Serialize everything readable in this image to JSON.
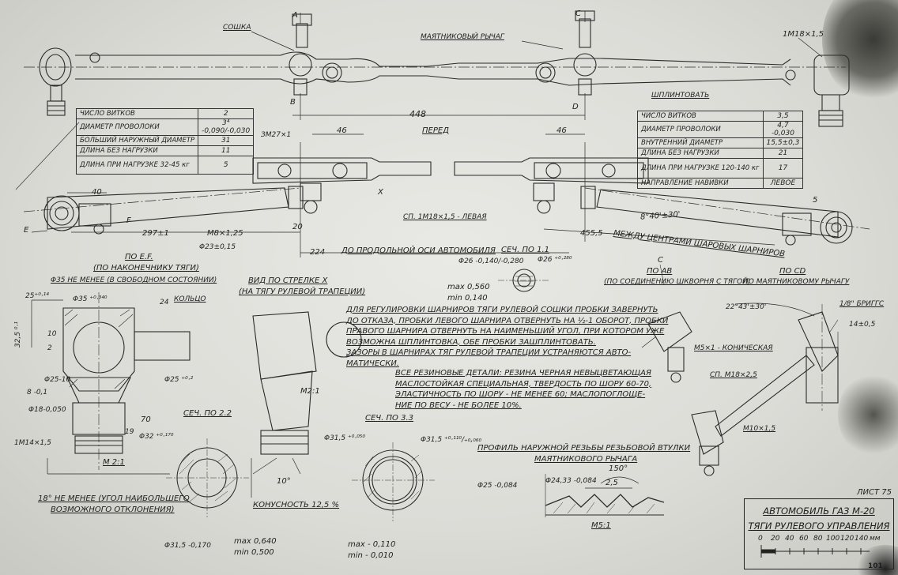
{
  "title_block": {
    "line1": "АВТОМОБИЛЬ ГАЗ М-20",
    "line2": "ТЯГИ РУЛЕВОГО УПРАВЛЕНИЯ",
    "scale_ticks": [
      "0",
      "20",
      "40",
      "60",
      "80",
      "100",
      "120",
      "140"
    ],
    "scale_unit": "мм"
  },
  "sheet": {
    "corner_label": "ЛИСТ 75",
    "page_number": "101"
  },
  "top_view": {
    "sochka": "СОШКА",
    "mayatnik": "МАЯТНИКОВЫЙ РЫЧАГ",
    "thread_right": "1M18×1,5",
    "sec_A": "A",
    "sec_B": "B",
    "sec_C": "C",
    "sec_D": "D",
    "dim_448": "448",
    "shplint": "ШПЛИНТОВАТЬ"
  },
  "spring_left": {
    "rows": [
      {
        "label": "ЧИСЛО ВИТКОВ",
        "value": "2"
      },
      {
        "label": "ДИАМЕТР ПРОВОЛОКИ",
        "value": "3⁴ -0,090/-0,030"
      },
      {
        "label": "БОЛЬШИЙ НАРУЖНЫЙ ДИАМЕТР",
        "value": "31"
      },
      {
        "label": "ДЛИНА БЕЗ НАГРУЗКИ",
        "value": "11"
      },
      {
        "label": "ДЛИНА ПРИ НАГРУЗКЕ 32-45 кг",
        "value": "5"
      }
    ]
  },
  "spring_right": {
    "rows": [
      {
        "label": "ЧИСЛО ВИТКОВ",
        "value": "3,5"
      },
      {
        "label": "ДИАМЕТР ПРОВОЛОКИ",
        "value": "4,7 -0,030"
      },
      {
        "label": "ВНУТРЕННИЙ ДИАМЕТР",
        "value": "15,5±0,3"
      },
      {
        "label": "ДЛИНА БЕЗ НАГРУЗКИ",
        "value": "21"
      },
      {
        "label": "ДЛИНА ПРИ НАГРУЗКЕ 120-140 кг",
        "value": "17"
      },
      {
        "label": "НАПРАВЛЕНИЕ НАВИВКИ",
        "value": "ЛЕВОЕ"
      }
    ]
  },
  "middle_view": {
    "m27": "ЗМ27×1",
    "d46_left": "46",
    "d46_right": "46",
    "pered": "ПЕРЕД",
    "d40": "40",
    "E": "E",
    "F": "F",
    "X": "X",
    "d297": "297±1",
    "m8": "M8×1,25",
    "d23": "Φ23±0,15",
    "d20": "20",
    "d224": "224",
    "os_note": "ДО ПРОДОЛЬНОЙ ОСИ АВТОМОБИЛЯ",
    "sp_m18": "СП. 1M18×1,5 - ЛЕВАЯ",
    "angle": "8°40'±30'",
    "d455": "455,5",
    "between": "МЕЖДУ ЦЕНТРАМИ ШАРОВЫХ ШАРНИРОВ",
    "d5": "5"
  },
  "view_EF": {
    "title1": "ПО E.F.",
    "title2": "(ПО НАКОНЕЧНИКУ ТЯГИ)",
    "d35": "Φ35 НЕ МЕНЕЕ (В СВОБОДНОМ СОСТОЯНИИ)",
    "d25": "25⁺⁰·¹⁴",
    "d35b": "Φ35 ⁺⁰·³⁴⁰",
    "d24": "24",
    "kolco": "КОЛЬЦО",
    "d32": "32,5 ⁰·¹",
    "d10": "10",
    "d2": "2",
    "d25_10": "Φ25-10",
    "d25_2": "Φ25 ⁺⁰·²",
    "d8": "8 -0,1",
    "d18": "Φ18-0,050",
    "d70": "70",
    "d19": "19",
    "m14": "1M14×1,5",
    "d32b": "Φ32 ⁺⁰·¹⁷⁰",
    "scale": "M 2:1"
  },
  "view_X": {
    "title1": "ВИД ПО СТРЕЛКЕ X",
    "title2": "(НА ТЯГУ РУЛЕВОЙ ТРАПЕЦИИ)",
    "scale": "M2:1",
    "angle": "10°",
    "taper": "КОНУСНОСТЬ 12,5 %"
  },
  "sec_11": {
    "title": "СЕЧ. ПО 1.1",
    "d26a": "Φ26 -0,140/-0,280",
    "d26b": "Φ26 ⁺⁰·²⁸⁰",
    "max": "max 0,560",
    "min": "min 0,140"
  },
  "view_AB": {
    "title": "ПО AB",
    "sub": "(ПО СОЕДИНЕНИЮ ШКВОРНЯ С ТЯГОЙ)",
    "mark": "C",
    "m5": "M5×1 - КОНИЧЕСКАЯ"
  },
  "view_CD": {
    "title": "ПО CD",
    "sub": "ПО МАЯТНИКОВОМУ РЫЧАГУ",
    "angle": "22°43'±30'",
    "briggs": "1/8\" БРИГГС",
    "d14": "14±0,5",
    "sp_m18": "СП. M18×2,5",
    "m10": "M10×1,5"
  },
  "notes": [
    "ДЛЯ РЕГУЛИРОВКИ ШАРНИРОВ ТЯГИ РУЛЕВОЙ СОШКИ ПРОБКИ ЗАВЕРНУТЬ",
    "ДО ОТКАЗА, ПРОБКИ ЛЕВОГО ШАРНИРА ОТВЕРНУТЬ НА ½-1 ОБОРОТ, ПРОБКИ",
    "ПРАВОГО ШАРНИРА ОТВЕРНУТЬ НА НАИМЕНЬШИЙ УГОЛ, ПРИ КОТОРОМ УЖЕ",
    "ВОЗМОЖНА ШПЛИНТОВКА, ОБЕ ПРОБКИ ЗАШПЛИНТОВАТЬ.",
    "ЗАЗОРЫ В ШАРНИРАХ ТЯГ РУЛЕВОЙ ТРАПЕЦИИ УСТРАНЯЮТСЯ АВТО-",
    "МАТИЧЕСКИ."
  ],
  "notes2": [
    "ВСЕ РЕЗИНОВЫЕ ДЕТАЛИ: РЕЗИНА ЧЕРНАЯ НЕВЫЦВЕТАЮЩАЯ",
    "МАСЛОСТОЙКАЯ СПЕЦИАЛЬНАЯ, ТВЕРДОСТЬ ПО ШОРУ 60-70,",
    "ЭЛАСТИЧНОСТЬ ПО ШОРУ - НЕ МЕНЕЕ 60; МАСЛОПОГЛОЩЕ-",
    "НИЕ ПО ВЕСУ - НЕ БОЛЕЕ 10%."
  ],
  "sec_22": {
    "title": "СЕЧ. ПО 2.2",
    "d31": "Φ31,5 -0,170",
    "max": "max 0,640",
    "min": "min 0,500"
  },
  "sec_33": {
    "title": "СЕЧ. ПО 3.3",
    "d31a": "Φ31,5 ⁺⁰·⁰⁵⁰",
    "d31b": "Φ31,5 ⁺⁰·¹¹⁰/₊₀,₀₆₀",
    "max": "max - 0,110",
    "min": "min - 0,010"
  },
  "thread_profile": {
    "title1": "ПРОФИЛЬ НАРУЖНОЙ РЕЗЬБЫ РЕЗЬБОВОЙ ВТУЛКИ",
    "title2": "МАЯТНИКОВОГО РЫЧАГА",
    "d25": "Φ25 -0,084",
    "d24": "Φ24,33 -0,084",
    "angle": "150°",
    "pitch": "2,5",
    "scale": "M5:1"
  },
  "angle_note": {
    "line1": "18° НЕ МЕНЕЕ (УГОЛ НАИБОЛЬШЕГО",
    "line2": "ВОЗМОЖНОГО ОТКЛОНЕНИЯ)"
  }
}
